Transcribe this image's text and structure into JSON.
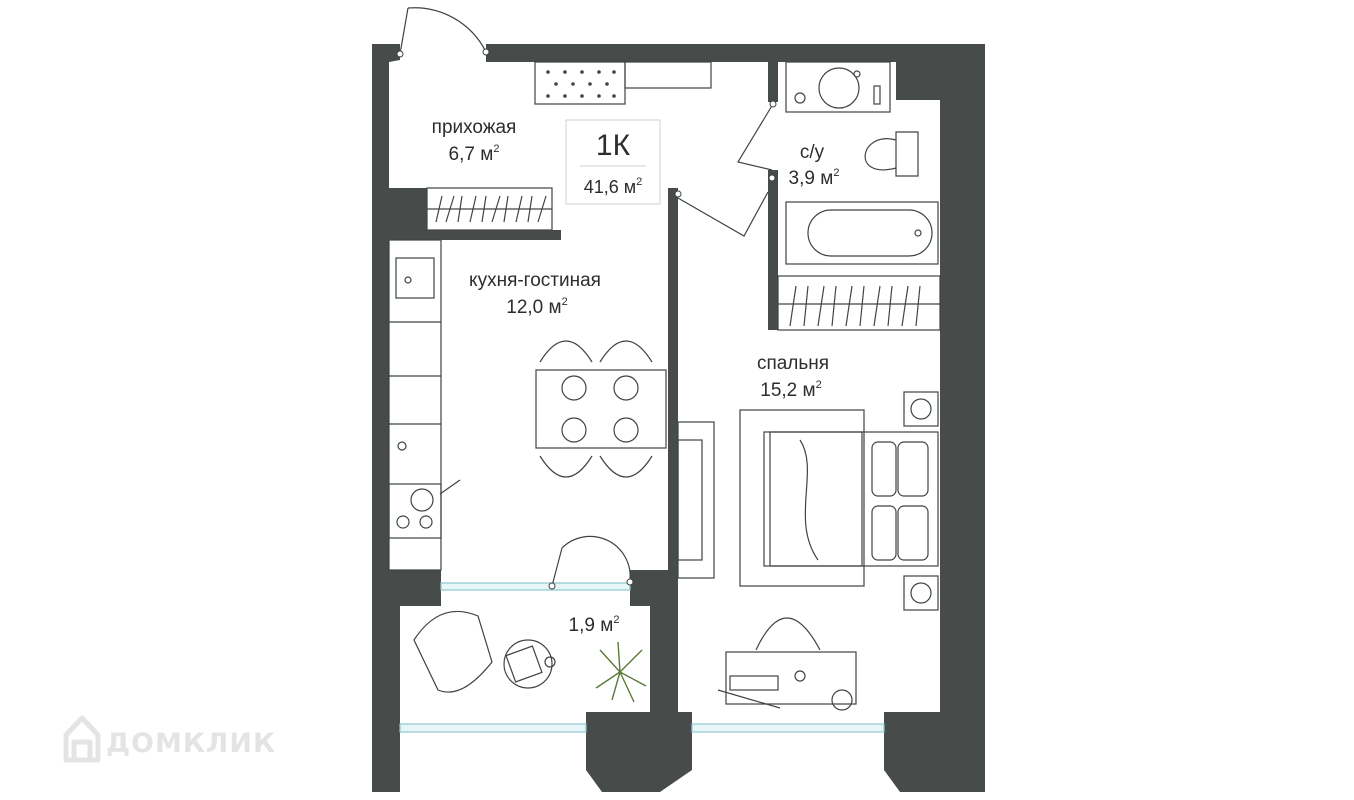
{
  "apartment": {
    "type": "1К",
    "total_area": "41,6 м",
    "total_area_sup": "2"
  },
  "rooms": {
    "hallway": {
      "name": "прихожая",
      "area": "6,7 м",
      "sup": "2"
    },
    "bathroom": {
      "name": "с/у",
      "area": "3,9 м",
      "sup": "2"
    },
    "kitchen_living": {
      "name": "кухня-гостиная",
      "area": "12,0 м",
      "sup": "2"
    },
    "bedroom": {
      "name": "спальня",
      "area": "15,2 м",
      "sup": "2"
    },
    "balcony": {
      "area": "1,9 м",
      "sup": "2"
    }
  },
  "watermark": {
    "text": "ДОМКЛИК",
    "icon": "house-logo-icon"
  },
  "colors": {
    "wall": "#474c4b",
    "line": "#3f4443",
    "window": "#8fc6cf",
    "watermark": "#e4e4e4"
  }
}
